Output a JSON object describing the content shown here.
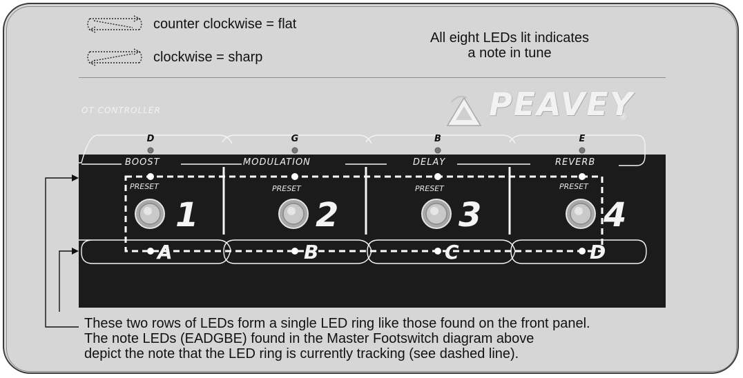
{
  "legend": {
    "ccw_label": "counter clockwise = flat",
    "cw_label": "clockwise = sharp"
  },
  "tune_note": {
    "line1": "All eight LEDs lit indicates",
    "line2": "a note in tune"
  },
  "panel": {
    "controller_label": "OT CONTROLLER",
    "brand": "PEAVEY",
    "brand_mark": "®"
  },
  "notes": [
    "D",
    "G",
    "B",
    "E"
  ],
  "effects": [
    "BOOST",
    "MODULATION",
    "DELAY",
    "REVERB"
  ],
  "preset_label": "PRESET",
  "presets": [
    "1",
    "2",
    "3",
    "4"
  ],
  "banks": [
    "A",
    "B",
    "C",
    "D"
  ],
  "footnote": {
    "line1": "These two rows of LEDs form a single LED ring like those found on the front panel.",
    "line2": "The note LEDs (EADGBE) found in the Master Footswitch diagram above",
    "line3": "depict the note that the LED ring is currently tracking (see dashed line)."
  },
  "colors": {
    "background": "#d6d6d6",
    "panel_dark": "#1b1b1b",
    "led": "#f2f2f2",
    "dashed_line": "#ffffff"
  }
}
